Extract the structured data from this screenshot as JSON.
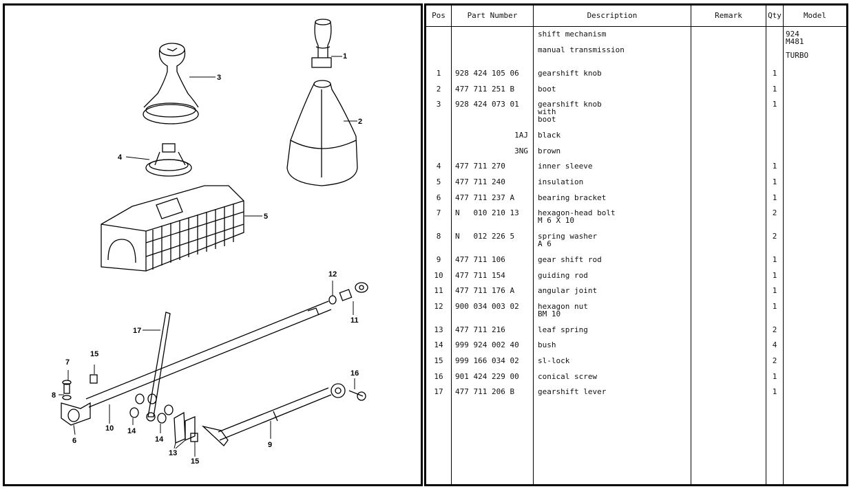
{
  "callouts": [
    "1",
    "2",
    "3",
    "4",
    "5",
    "12",
    "11",
    "17",
    "7",
    "15",
    "8",
    "6",
    "10",
    "14",
    "14",
    "13",
    "15",
    "16",
    "9"
  ],
  "table": {
    "headers": {
      "pos": "Pos",
      "part": "Part Number",
      "desc": "Description",
      "remark": "Remark",
      "qty": "Qty",
      "model": "Model"
    },
    "intro": [
      {
        "desc": "shift mechanism",
        "model": "924\nM481"
      },
      {
        "desc": "manual transmission",
        "model": "TURBO"
      }
    ],
    "rows": [
      {
        "pos": "1",
        "part": "928 424 105 06",
        "desc": "gearshift knob",
        "qty": "1"
      },
      {
        "pos": "2",
        "part": "477 711 251 B",
        "desc": "boot",
        "qty": "1"
      },
      {
        "pos": "3",
        "part": "928 424 073 01",
        "desc": "gearshift knob\nwith\nboot",
        "qty": "1"
      },
      {
        "pos": "",
        "part": "1AJ",
        "desc": "black",
        "qty": ""
      },
      {
        "pos": "",
        "part": "3NG",
        "desc": "brown",
        "qty": ""
      },
      {
        "pos": "4",
        "part": "477 711 270",
        "desc": "inner sleeve",
        "qty": "1"
      },
      {
        "pos": "5",
        "part": "477 711 240",
        "desc": "insulation",
        "qty": "1"
      },
      {
        "pos": "6",
        "part": "477 711 237 A",
        "desc": "bearing bracket",
        "qty": "1"
      },
      {
        "pos": "7",
        "part": "N   010 210 13",
        "desc": "hexagon-head bolt\nM 6 X 10",
        "qty": "2"
      },
      {
        "pos": "8",
        "part": "N   012 226 5",
        "desc": "spring washer\nA 6",
        "qty": "2"
      },
      {
        "pos": "9",
        "part": "477 711 106",
        "desc": "gear shift rod",
        "qty": "1"
      },
      {
        "pos": "10",
        "part": "477 711 154",
        "desc": "guiding rod",
        "qty": "1"
      },
      {
        "pos": "11",
        "part": "477 711 176 A",
        "desc": "angular joint",
        "qty": "1"
      },
      {
        "pos": "12",
        "part": "900 034 003 02",
        "desc": "hexagon nut\nBM 10",
        "qty": "1"
      },
      {
        "pos": "13",
        "part": "477 711 216",
        "desc": "leaf spring",
        "qty": "2"
      },
      {
        "pos": "14",
        "part": "999 924 002 40",
        "desc": "bush",
        "qty": "4"
      },
      {
        "pos": "15",
        "part": "999 166 034 02",
        "desc": "sl-lock",
        "qty": "2"
      },
      {
        "pos": "16",
        "part": "901 424 229 00",
        "desc": "conical screw",
        "qty": "1"
      },
      {
        "pos": "17",
        "part": "477 711 206 B",
        "desc": "gearshift lever",
        "qty": "1"
      }
    ]
  }
}
